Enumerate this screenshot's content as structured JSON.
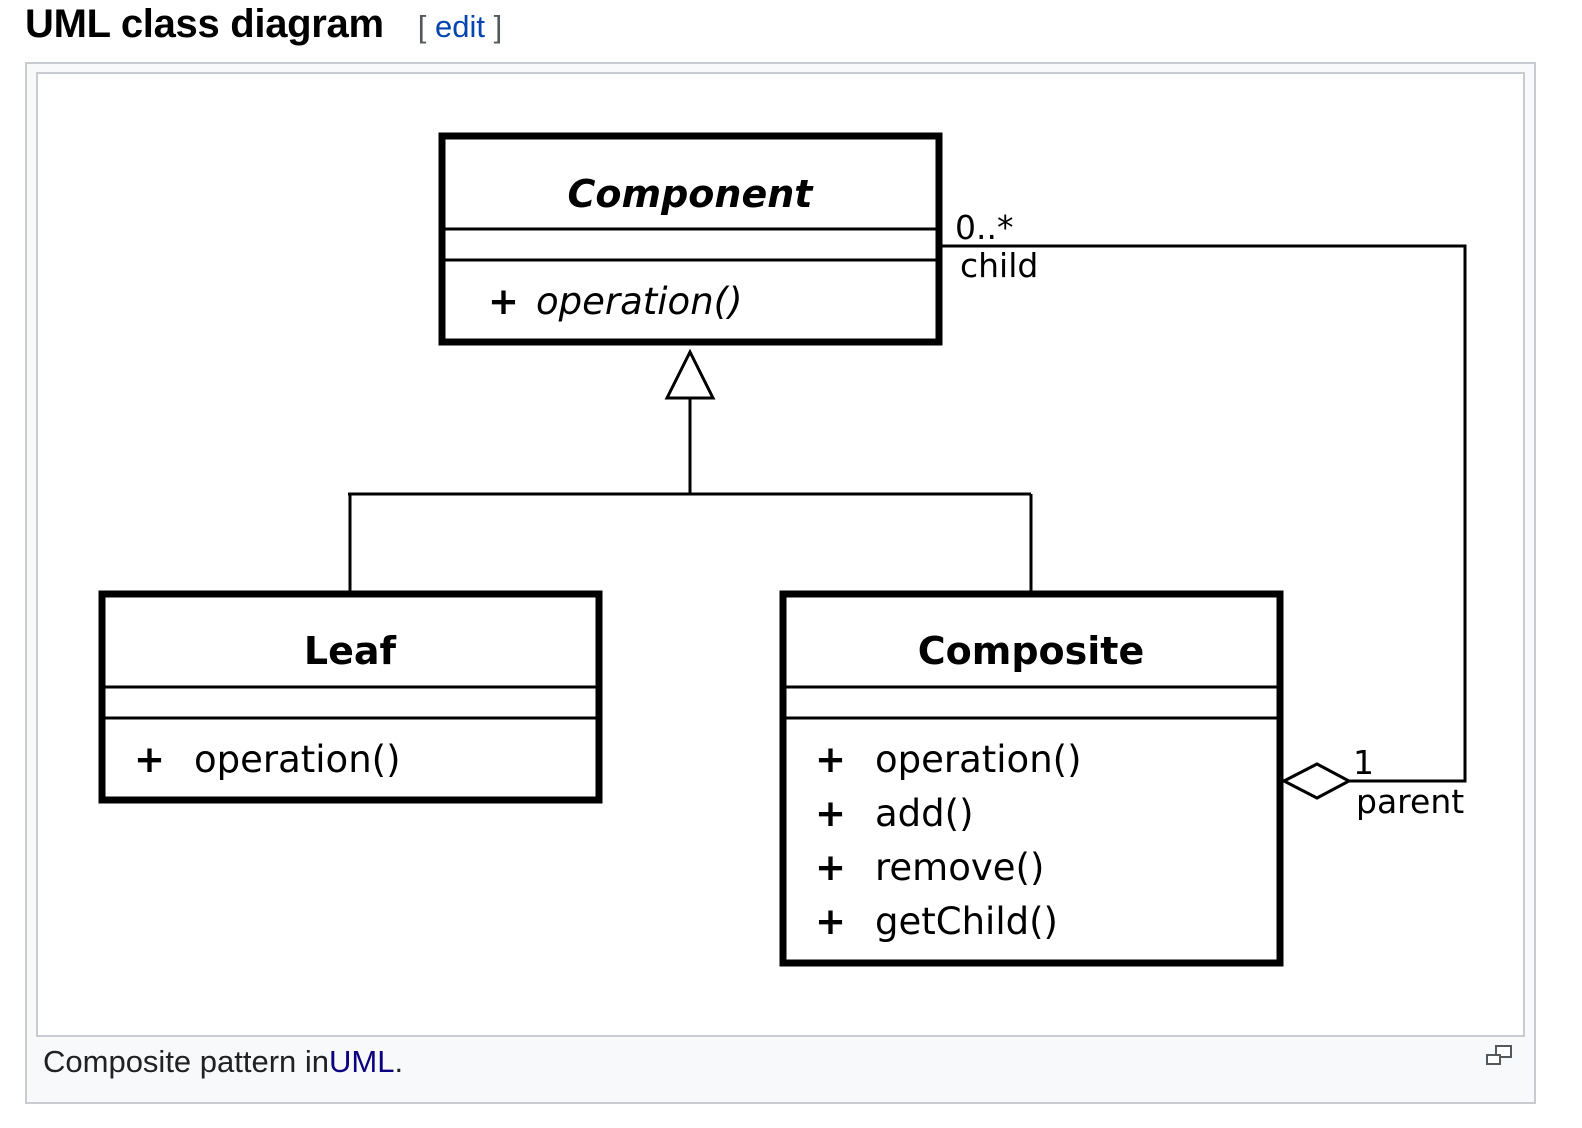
{
  "section": {
    "title": "UML class diagram",
    "edit_open": "[",
    "edit_label": "edit",
    "edit_close": "]"
  },
  "diagram": {
    "classes": [
      {
        "name": "Component",
        "name_italic": true,
        "methods": [
          "operation()"
        ],
        "methods_italic": true
      },
      {
        "name": "Leaf",
        "name_italic": false,
        "methods": [
          "operation()"
        ],
        "methods_italic": false
      },
      {
        "name": "Composite",
        "name_italic": false,
        "methods": [
          "operation()",
          "add()",
          "remove()",
          "getChild()"
        ],
        "methods_italic": false
      }
    ],
    "visibility_symbol": "+",
    "association": {
      "child_multiplicity": "0..*",
      "child_role": "child",
      "parent_multiplicity": "1",
      "parent_role": "parent"
    }
  },
  "caption": {
    "text_before": "Composite pattern in ",
    "link_label": "UML",
    "text_after": "."
  },
  "icons": {
    "magnify": "magnify-icon"
  },
  "colors": {
    "link": "#0645ad",
    "visited_link": "#0b0080",
    "frame_border": "#c8ccd1",
    "frame_bg": "#f8f9fa"
  }
}
